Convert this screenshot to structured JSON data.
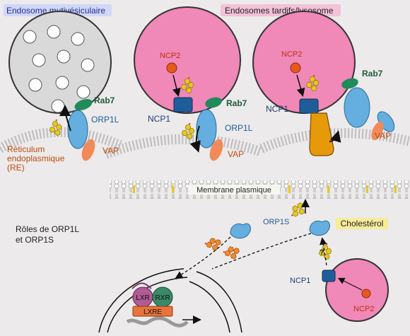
{
  "headers": {
    "multivesicular": "Endosome mutivésiculaire",
    "late_endosome": "Endosomes tardifs/lysosome"
  },
  "labels": {
    "rab7": "Rab7",
    "orp1l": "ORP1L",
    "vap": "VAP",
    "ncp1": "NCP1",
    "ncp2": "NCP2",
    "orp1s": "ORP1S",
    "cholesterol": "Cholestérol",
    "membrane": "Membrane plasmique",
    "lxr": "LXR",
    "rxr": "RXR",
    "lxre": "LXRE",
    "question": "?"
  },
  "er_label": [
    "Réticulum",
    "endoplasmique",
    "(RE)"
  ],
  "roles_label": [
    "Rôles de ORP1L",
    "et ORP1S"
  ],
  "colors": {
    "background": "#eceaea",
    "header_multivesicular_bg": "#cfd8f5",
    "header_multivesicular_text": "#2a2a9a",
    "header_late_bg": "#f3c1d8",
    "header_late_text": "#222222",
    "endosome_pink": "#f088b8",
    "mvb_grey": "#d9d9d9",
    "orp_blue": "#64aee0",
    "ncp1_blue": "#1f5d9a",
    "ncp2_orange": "#e55a1c",
    "rab7_green": "#1f8a5a",
    "vap_orange": "#f08a58",
    "cholesterol_yellow": "#e8c81c",
    "cholesterol_label_bg": "#f6ec9a",
    "lxr_pink": "#b05a96",
    "rxr_green": "#3a8a6a",
    "lxre_orange": "#e8743c"
  }
}
